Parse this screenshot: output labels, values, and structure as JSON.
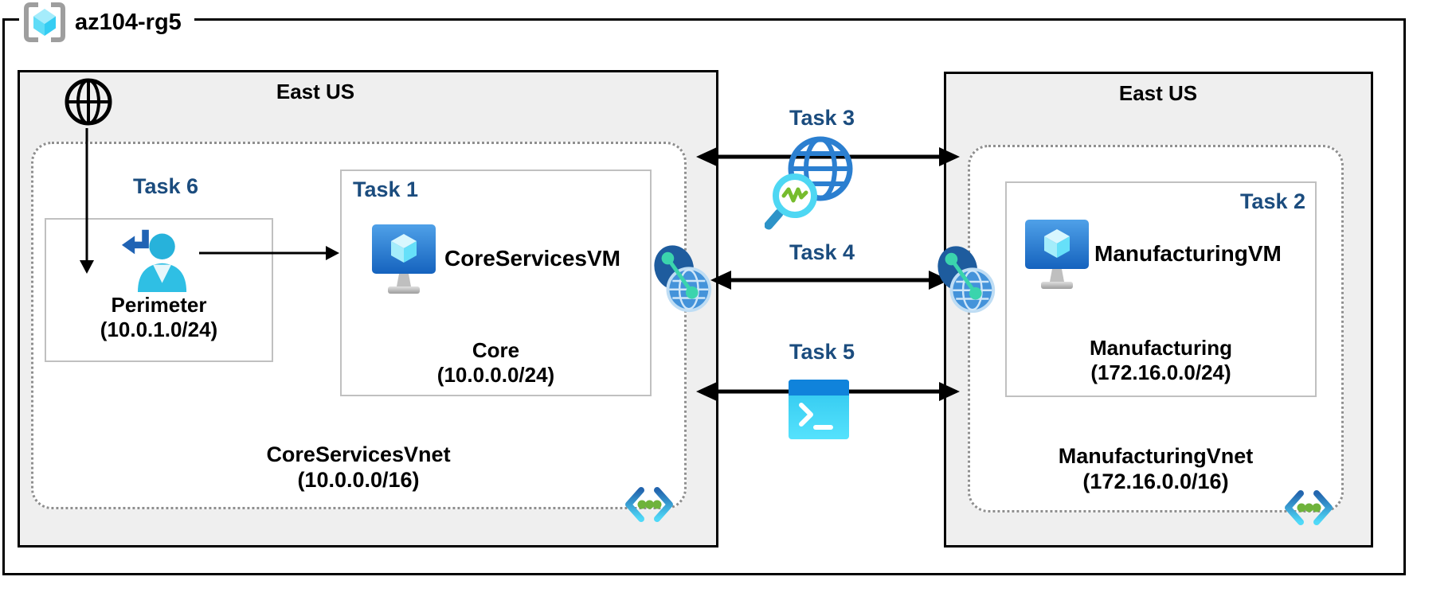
{
  "resource_group": {
    "label": "az104-rg5",
    "icon": "resource-group-icon"
  },
  "regions": {
    "left": {
      "title": "East US",
      "internet_icon": "internet-globe-icon",
      "task6_label": "Task 6",
      "perimeter_subnet": {
        "name": "Perimeter",
        "cidr": "(10.0.1.0/24)",
        "icon": "guest-user-icon"
      },
      "task1": {
        "label": "Task 1",
        "vm_name": "CoreServicesVM",
        "vm_icon": "virtual-machine-icon",
        "subnet_name": "Core",
        "subnet_cidr": "(10.0.0.0/24)"
      },
      "vnet_name": "CoreServicesVnet",
      "vnet_cidr": "(10.0.0.0/16)",
      "vnet_icon": "virtual-network-icon",
      "peering_icon": "network-peering-icon"
    },
    "right": {
      "title": "East US",
      "task2": {
        "label": "Task 2",
        "vm_name": "ManufacturingVM",
        "vm_icon": "virtual-machine-icon",
        "subnet_name": "Manufacturing",
        "subnet_cidr": "(172.16.0.0/24)"
      },
      "vnet_name": "ManufacturingVnet",
      "vnet_cidr": "(172.16.0.0/16)",
      "vnet_icon": "virtual-network-icon",
      "peering_icon": "network-peering-icon"
    }
  },
  "connections": {
    "task3": {
      "label": "Task 3",
      "icon": "network-watcher-icon"
    },
    "task4": {
      "label": "Task 4"
    },
    "task5": {
      "label": "Task 5",
      "icon": "cloud-shell-icon"
    }
  },
  "colors": {
    "task_label": "#1B4C7E",
    "region_background": "#EFEFEF",
    "outer_border": "#000000",
    "inner_box_border": "#C0C0C0",
    "dashed_vnet_border": "#8F8F8F",
    "azure_blue": "#2B7FD0",
    "cyan_accent": "#50E6FF",
    "teal_peering": "#3BD4AD",
    "green_dots": "#6FB33C"
  }
}
